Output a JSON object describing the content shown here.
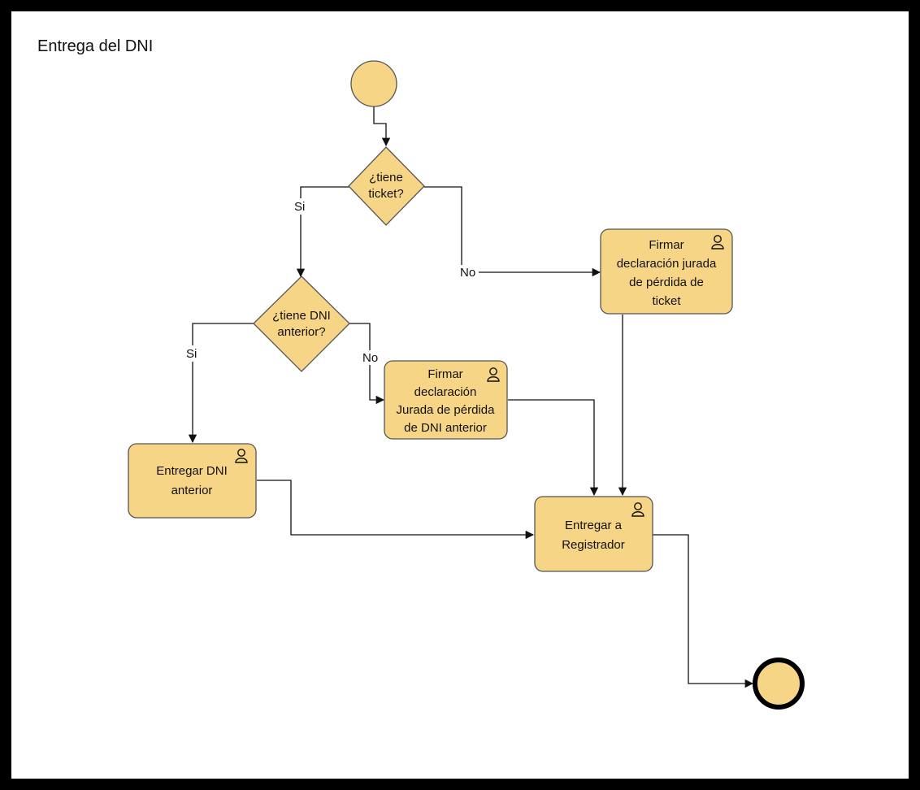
{
  "diagram": {
    "title": "Entrega del DNI",
    "colors": {
      "fill": "#F7D587",
      "stroke": "#555555",
      "end_stroke": "#000000",
      "line": "#111111"
    },
    "decisions": {
      "ticket": [
        "¿tiene",
        "ticket?"
      ],
      "dni": [
        "¿tiene DNI",
        "anterior?"
      ]
    },
    "tasks": {
      "firmar_ticket": [
        "Firmar",
        "declaración jurada",
        "de pérdida de",
        "ticket"
      ],
      "firmar_dni": [
        "Firmar",
        "declaración",
        "Jurada de pérdida",
        "de DNI anterior"
      ],
      "entregar_dni": [
        "Entregar DNI",
        "anterior"
      ],
      "entregar_registrador": [
        "Entregar a",
        "Registrador"
      ]
    },
    "edge_labels": {
      "ticket_si": "Si",
      "ticket_no": "No",
      "dni_si": "Si",
      "dni_no": "No"
    },
    "icons": {
      "task": "user-task-icon"
    }
  }
}
